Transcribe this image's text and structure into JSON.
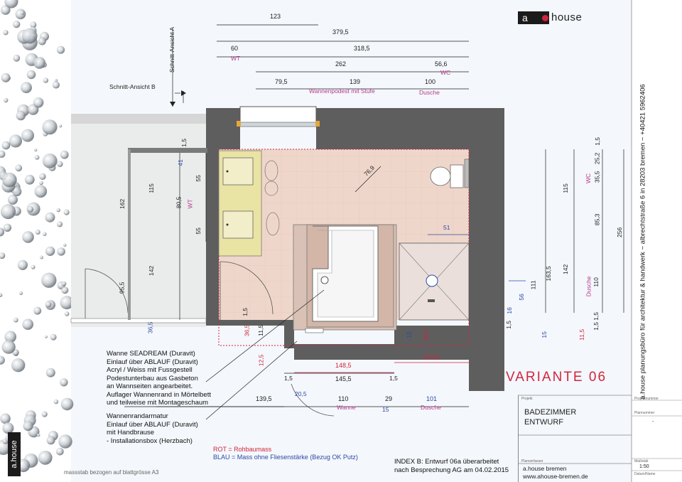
{
  "brand": {
    "logo_a": "a",
    "logo_house": "house"
  },
  "sidebar": {
    "vertical_text": "a.house planungsbüro für architektur & handwerk ~ albrechtstraße 6 in 28203 bremen ~ +40421 5962406"
  },
  "left_strip": {
    "logo_text": "a.house",
    "scale_note": "massstab bezogen auf blattgrösse A3"
  },
  "sections": {
    "section_a": "Schnitt-Ansicht A",
    "section_b": "Schnitt-Ansicht B"
  },
  "variant": "VARIANTE 06",
  "notes": {
    "tub": "Wanne SEADREAM (Duravit)\nEinlauf über ABLAUF (Duravit)\nAcryl / Weiss mit Fussgestell\nPodestunterbau aus Gasbeton\nan Wannseiten angearbeitet.\nAuflager Wannenrand in Mörtelbett\nund teilweise mit Montageschaum",
    "fitting": "Wannenrandarmatur\nEinlauf über ABLAUF (Duravit)\nmit Handbrause\n- Installationsbox (Herzbach)"
  },
  "legend": {
    "red": "ROT = Rohbaumass",
    "blue": "BLAU = Mass ohne Fliesenstärke (Bezug OK Putz)"
  },
  "index": "INDEX B: Entwurf 06a überarbeitet\nnach Besprechung AG am 04.02.2015",
  "titleblock": {
    "projekt_label": "Projekt",
    "project_title": "BADEZIMMER\nENTWURF",
    "planverfasser_label": "Planverfasser",
    "office": "a.house bremen",
    "web": "www.ahouse-bremen.de",
    "projektnummer_label": "Projektnummer",
    "planummer_label": "Plannummer",
    "massstab_label": "Maßstab",
    "massstab_value": "1:50",
    "datum_label": "Datum/Name",
    "dash": "-"
  },
  "dims_top": {
    "d123": "123",
    "d379": "379,5",
    "d60": "60",
    "d318": "318,5",
    "wt": "WT",
    "d262": "262",
    "d56": "56,6",
    "wc": "WC",
    "d79": "79,5",
    "d139": "139",
    "d100": "100",
    "wannenpodest": "Wannenpodest mit Stufe",
    "dusche": "Dusche"
  },
  "dims_left": {
    "d15a": "1,5",
    "d41": "41",
    "d55a": "55",
    "d115": "115",
    "d162": "162",
    "d805": "80,5",
    "wt": "WT",
    "d55b": "55",
    "d142": "142",
    "d955": "95,5",
    "d365a": "36,5",
    "d15b": "1,5",
    "d115b": "11,5",
    "d365b": "36,5",
    "d125": "12,5"
  },
  "dims_room": {
    "d769": "76,9",
    "d51": "51",
    "d56": "56",
    "d111": "111",
    "d1635": "163,5",
    "d15": "1,5",
    "d16": "16"
  },
  "dims_right": {
    "d15a": "1,5",
    "d252": "25,2",
    "d355": "35,5",
    "wc": "WC",
    "d115": "115",
    "d853": "85,3",
    "d256": "256",
    "d142": "142",
    "d110": "110",
    "dusche": "Dusche",
    "d15b": "1,5",
    "d15c": "1,5",
    "d115c": "11,5",
    "d15d": "15"
  },
  "dims_bottom": {
    "d15a": "15",
    "d365": "36,5",
    "d1035": "103,5",
    "d1485": "148,5",
    "d15b": "1,5",
    "d1455": "145,5",
    "d15c": "1,5",
    "d1395": "139,5",
    "d205": "20,5",
    "d110": "110",
    "d29": "29",
    "d101": "101",
    "wanne": "Wanne",
    "dusche": "Dusche",
    "d15e": "15"
  },
  "colors": {
    "wall": "#5f5f5f",
    "floor": "#efd4c8",
    "red": "#d0263d",
    "blue": "#2b4aa8",
    "magenta": "#b6398f",
    "vanity": "#e9e3a4"
  }
}
